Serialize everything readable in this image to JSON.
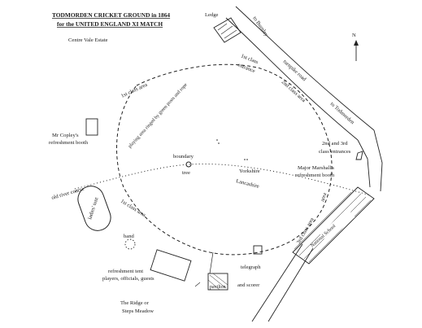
{
  "map": {
    "title_line1": "TODMORDEN CRICKET GROUND in 1864",
    "title_line2": "for the UNITED ENGLAND XI MATCH",
    "estate": "Centre Vale Estate",
    "north": "N",
    "labels": {
      "ledge": "Ledge",
      "to_burnley": "to Burnley",
      "turnpike_road": "turnpike road",
      "to_todmorden": "to Todmorden",
      "first_class_area_top": "1st    class    area",
      "first_class_entrance_1": "1st class",
      "first_class_entrance_2": "entrance",
      "second_class_area": "2nd    class    area",
      "playing_area": "playing area ringed by green posts and rope",
      "copley_1": "Mr Copley's",
      "copley_2": "refreshment booth",
      "boundary": "boundary",
      "tree": "tree",
      "old_river_course": "old river course",
      "yorkshire": "Yorkshire",
      "lancashire": "Lancashire",
      "entrances_1": "2nd and 3rd",
      "entrances_2": "class entrances",
      "marshall_1": "Major Marshall's",
      "marshall_2": "refreshment booth",
      "ladies_tent": "ladies' tent",
      "first_class_area_bottom": "1st    class    area",
      "band": "band",
      "third_class_area": "3rd    class    area",
      "national_school": "National School",
      "refresh_tent_1": "refreshment tent",
      "refresh_tent_2": "players, officials, guests",
      "pavilion": "pavilion",
      "telegraph_1": "telegraph",
      "telegraph_2": "and scorer",
      "ridge_1": "The Ridge   or",
      "ridge_2": "Steps Meadow"
    }
  }
}
